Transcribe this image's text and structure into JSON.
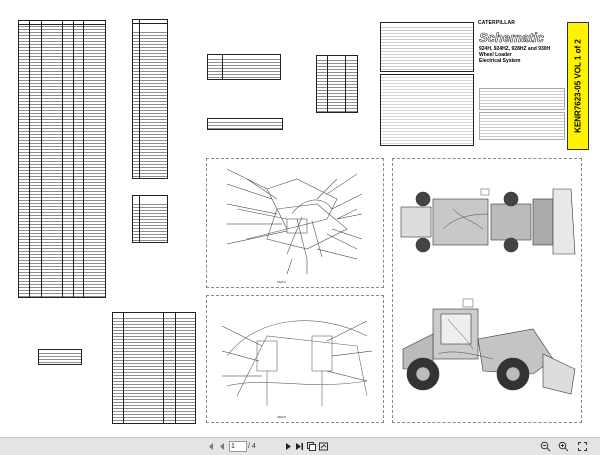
{
  "document": {
    "brand": "CATERPILLAR",
    "title": "Schematic",
    "models_line1": "924H, 924HZ, 928HZ and 930H",
    "models_line2": "Wheel Loader",
    "models_line3": "Electrical System",
    "vertical_label": "KENR7623-05 VOL 1 of 2",
    "panel1_caption": "VIEW A",
    "panel2_caption": "VIEW B"
  },
  "toolbar": {
    "page_value": "1",
    "page_total": "/ 4",
    "icons": [
      "first-page-icon",
      "prev-page-icon",
      "next-page-icon",
      "last-page-icon",
      "copy-icon",
      "export-icon",
      "zoom-out-icon",
      "zoom-in-icon",
      "fullscreen-icon"
    ]
  }
}
